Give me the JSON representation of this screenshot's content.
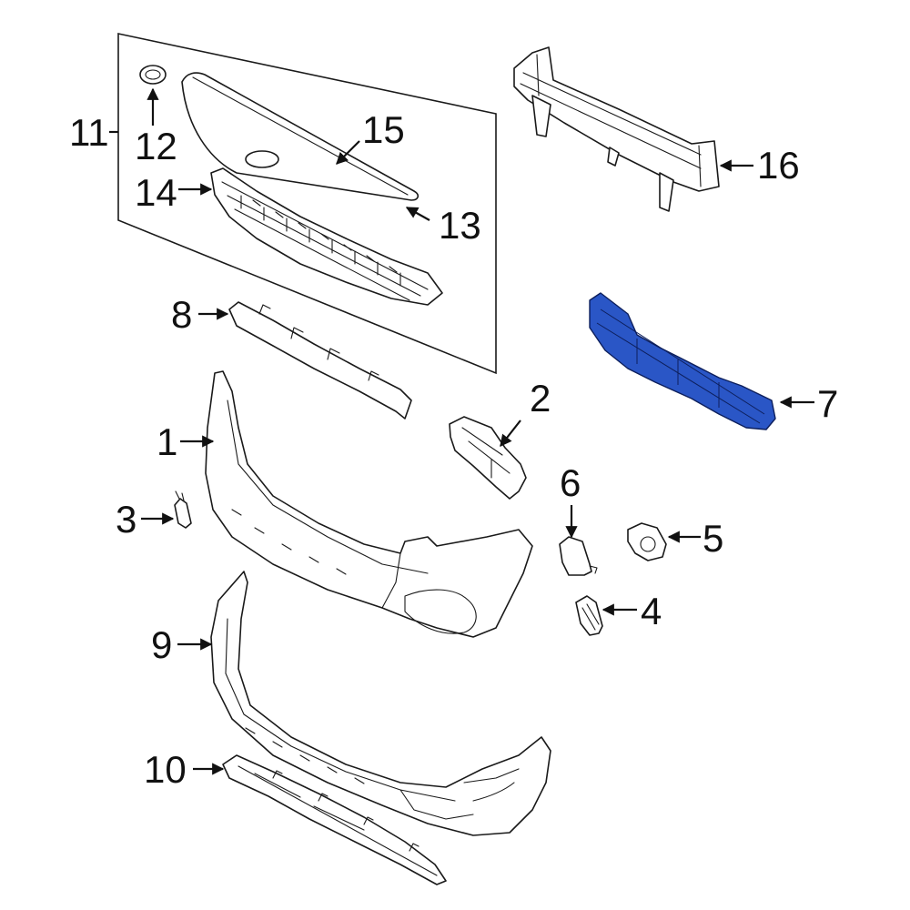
{
  "highlight_color": "#2a56c6",
  "callouts": [
    {
      "id": "c1",
      "text": "1"
    },
    {
      "id": "c2",
      "text": "2"
    },
    {
      "id": "c3",
      "text": "3"
    },
    {
      "id": "c4",
      "text": "4"
    },
    {
      "id": "c5",
      "text": "5"
    },
    {
      "id": "c6",
      "text": "6"
    },
    {
      "id": "c7",
      "text": "7"
    },
    {
      "id": "c8",
      "text": "8"
    },
    {
      "id": "c9",
      "text": "9"
    },
    {
      "id": "c10",
      "text": "10"
    },
    {
      "id": "c11",
      "text": "11"
    },
    {
      "id": "c12",
      "text": "12"
    },
    {
      "id": "c13",
      "text": "13"
    },
    {
      "id": "c14",
      "text": "14"
    },
    {
      "id": "c15",
      "text": "15"
    },
    {
      "id": "c16",
      "text": "16"
    }
  ]
}
